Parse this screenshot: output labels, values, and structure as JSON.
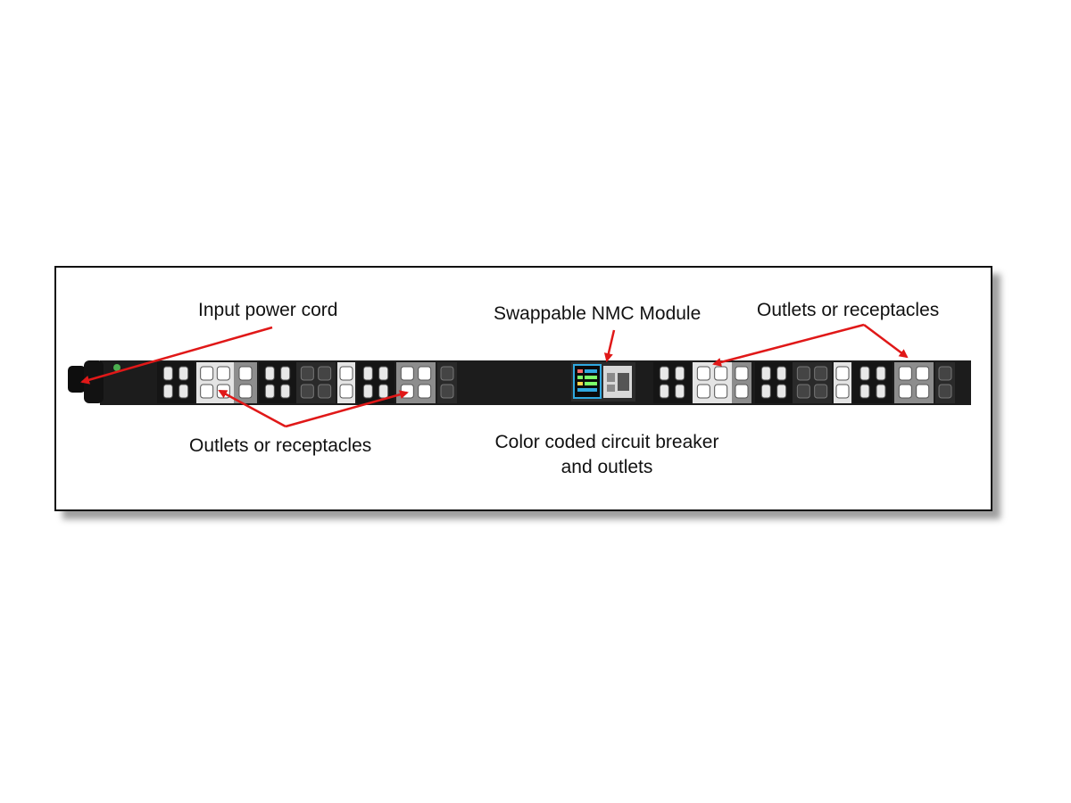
{
  "colors": {
    "arrow": "#e01818",
    "strip_body": "#1c1c1c",
    "outlet_light": "#e4e4e4",
    "outlet_mid": "#8d8d8d",
    "outlet_dark": "#2a2a2a",
    "nmc_screen": "#2fa8e0"
  },
  "labels": {
    "input_power_cord": "Input power cord",
    "swappable_nmc": "Swappable NMC Module",
    "outlets_right": "Outlets or receptacles",
    "outlets_left": "Outlets or receptacles",
    "color_coded_line1": "Color coded circuit breaker",
    "color_coded_line2": "and outlets"
  }
}
